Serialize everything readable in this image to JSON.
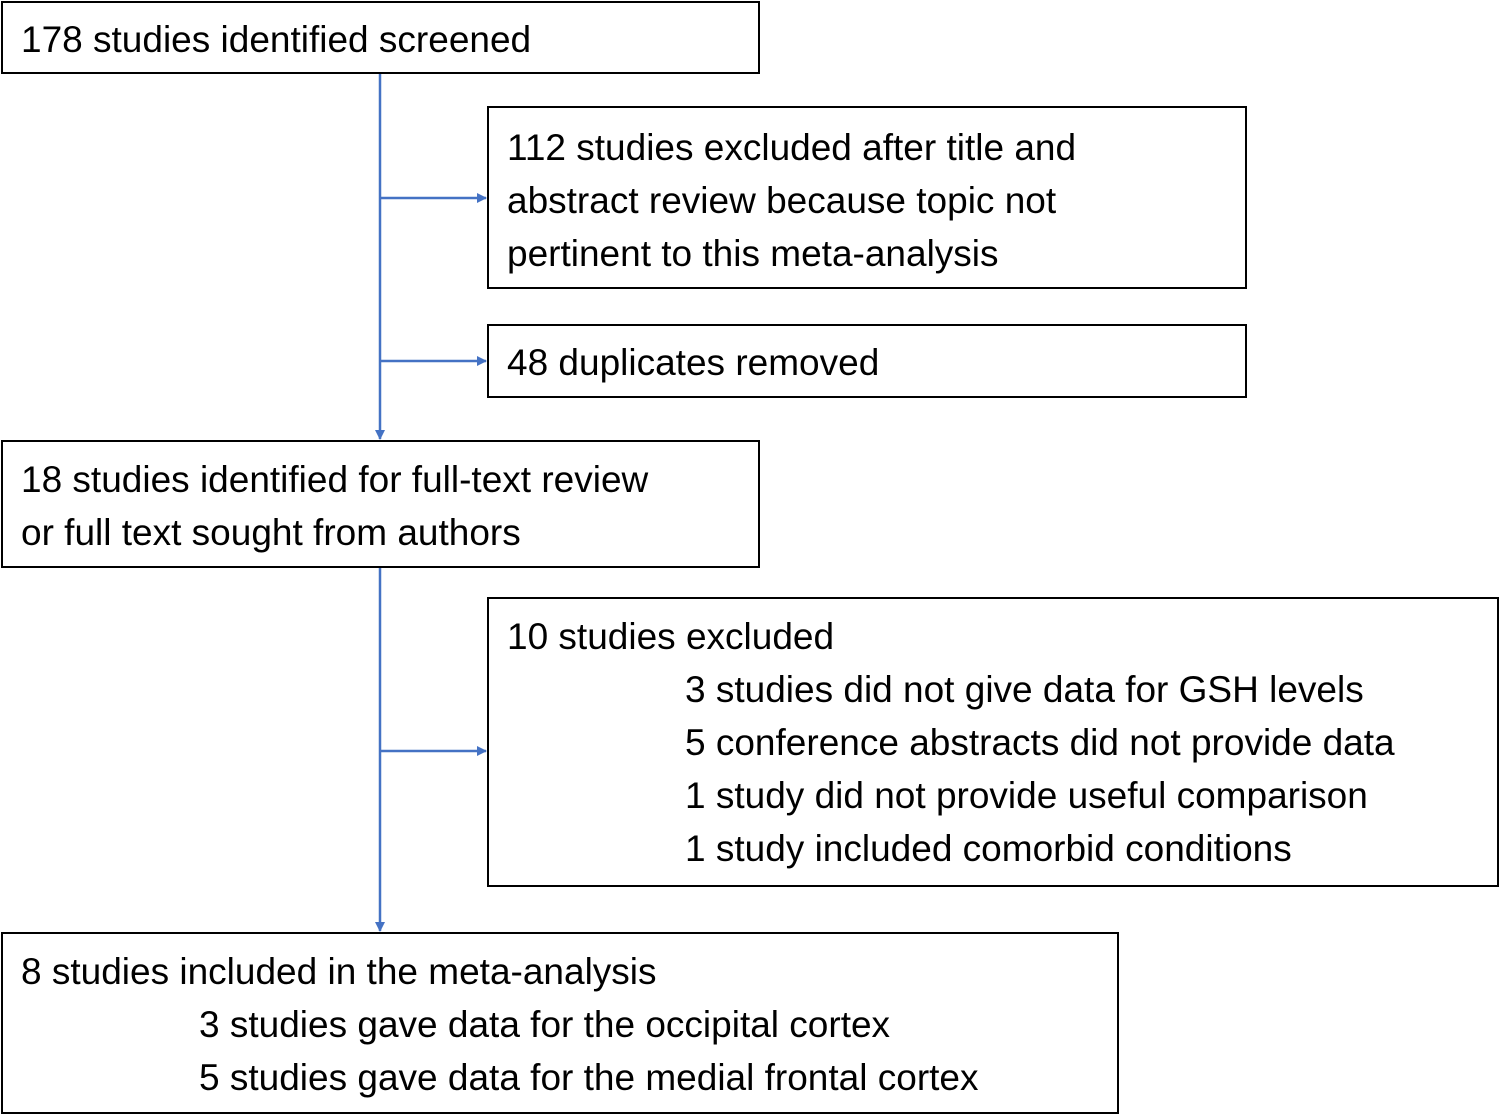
{
  "diagram": {
    "line_color": "#4472C4",
    "border_color": "#000000",
    "nodes": {
      "screened": {
        "lines": [
          "178 studies identified screened"
        ]
      },
      "excluded_title": {
        "lines": [
          "112 studies excluded after title and",
          "abstract review because topic not",
          "pertinent to this meta-analysis"
        ]
      },
      "duplicates": {
        "lines": [
          "48 duplicates removed"
        ]
      },
      "fulltext": {
        "lines": [
          "18 studies identified for full-text review",
          "or full text sought from authors"
        ]
      },
      "excluded_fulltext": {
        "heading": "10 studies excluded",
        "items": [
          "3 studies did not give data for GSH levels",
          "5 conference abstracts did not provide data",
          "1 study did not provide useful comparison",
          "1 study included comorbid conditions"
        ]
      },
      "included": {
        "heading": "8 studies included in the meta-analysis",
        "items": [
          "3 studies gave data for the occipital cortex",
          "5 studies gave data for the medial frontal cortex"
        ]
      }
    }
  }
}
